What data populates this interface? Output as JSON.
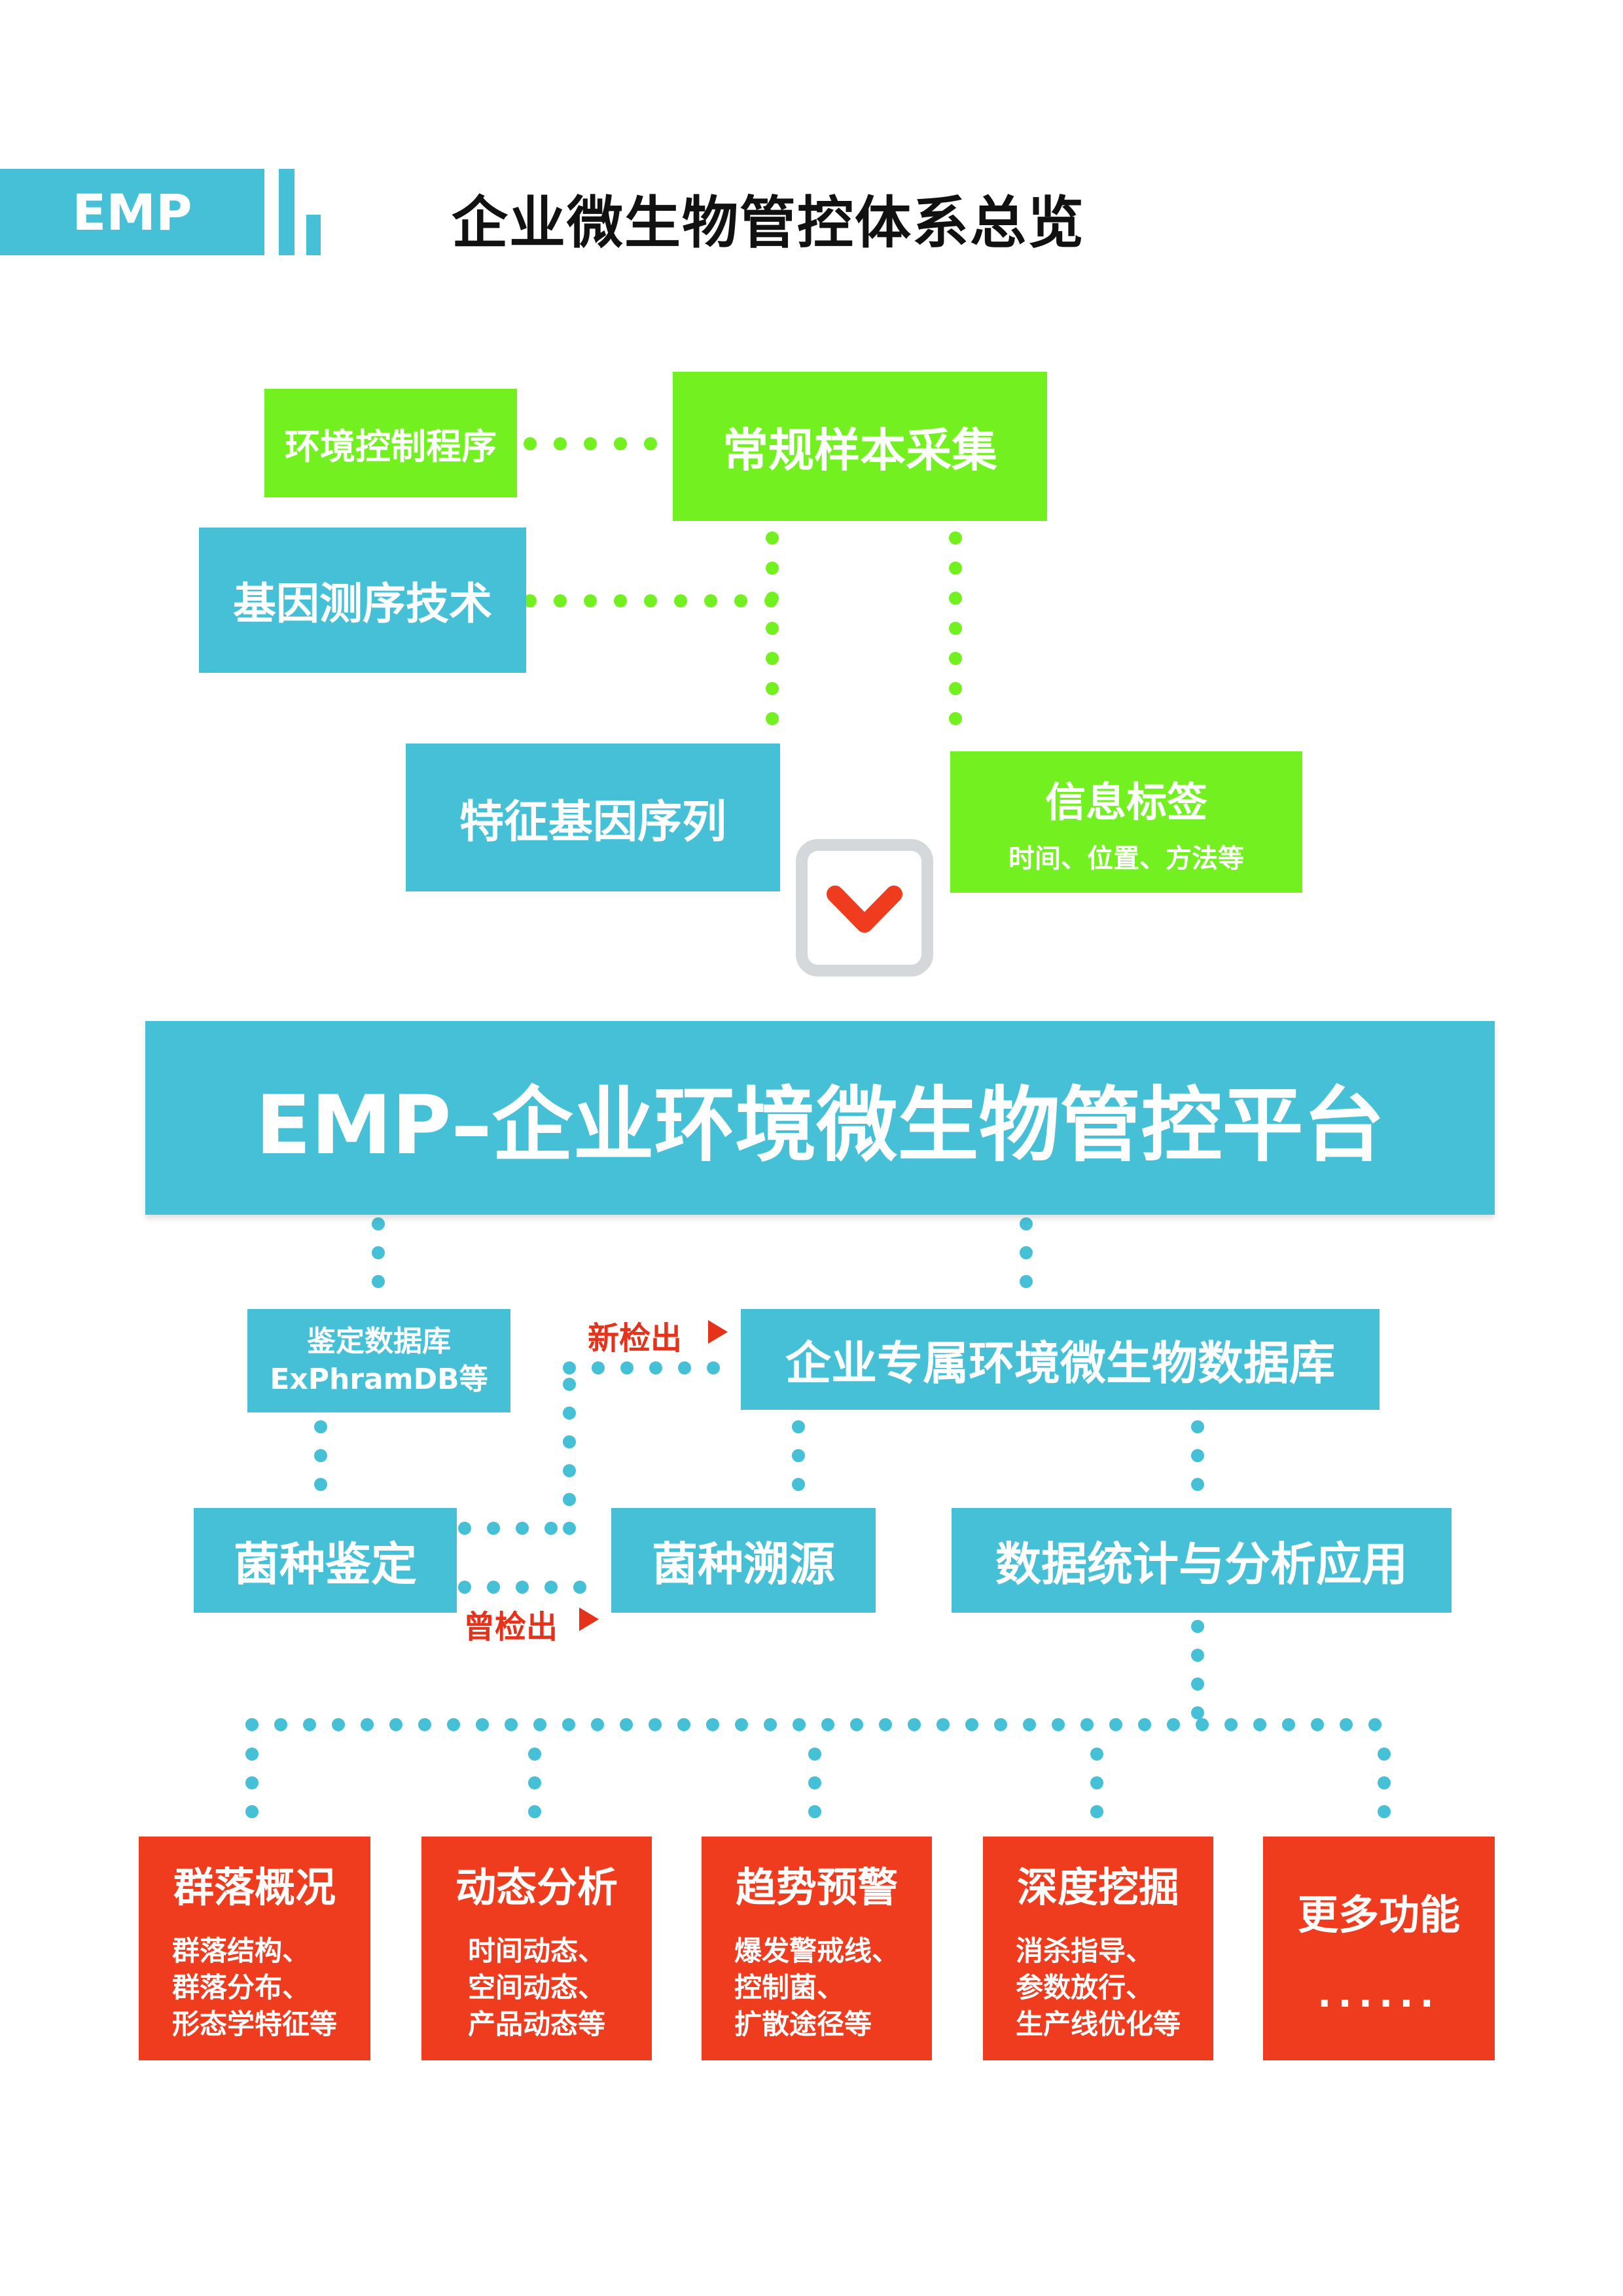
{
  "header": {
    "tag": "EMP",
    "title": "企业微生物管控体系总览"
  },
  "collection": {
    "env_control": "环境控制程序",
    "routine_sampling": "常规样本采集",
    "gene_sequencing": "基因测序技术",
    "feature_sequence": "特征基因序列",
    "info_tag": "信息标签",
    "info_tag_detail": "时间、位置、方法等"
  },
  "platform": {
    "title": "EMP–企业环境微生物管控平台"
  },
  "modules": {
    "id_database": "鉴定数据库\nExPhramDB等",
    "new_detected": "新检出",
    "prev_detected": "曾检出",
    "enterprise_db": "企业专属环境微生物数据库",
    "strain_id": "菌种鉴定",
    "strain_trace": "菌种溯源",
    "data_analysis": "数据统计与分析应用"
  },
  "functions": [
    {
      "title": "群落概况",
      "desc": "群落结构、\n群落分布、\n形态学特征等"
    },
    {
      "title": "动态分析",
      "desc": "时间动态、\n空间动态、\n产品动态等"
    },
    {
      "title": "趋势预警",
      "desc": "爆发警戒线、\n控制菌、\n扩散途径等"
    },
    {
      "title": "深度挖掘",
      "desc": "消杀指导、\n参数放行、\n生产线优化等"
    },
    {
      "title": "更多功能",
      "desc": "......"
    }
  ],
  "colors": {
    "blue": "#45c0d6",
    "green": "#72f020",
    "red": "#ef3b1e",
    "label_red": "#e5321b"
  }
}
